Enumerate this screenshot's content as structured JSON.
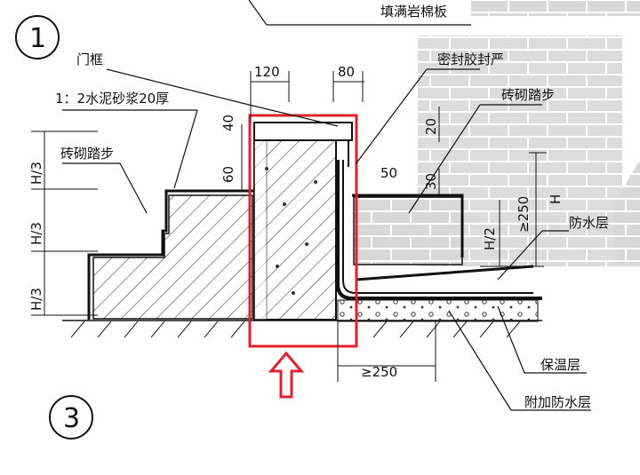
{
  "detail_numbers": {
    "top": "1",
    "bottom": "3"
  },
  "labels": {
    "top_right": "填满岩棉板",
    "door_frame": "门框",
    "mortar": "1：2水泥砂浆20厚",
    "brick_step_left": "砖砌踏步",
    "sealant": "密封胶封严",
    "brick_step_right": "砖砌踏步",
    "waterproof": "防水层",
    "insulation": "保温层",
    "extra_waterproof": "附加防水层"
  },
  "dimensions": {
    "d120": "120",
    "d80": "80",
    "d40": "40",
    "d60": "60",
    "d50": "50",
    "d20": "20",
    "d30": "30",
    "ge250_v": "≥250",
    "ge250_h": "≥250",
    "h_third_1": "H/3",
    "h_third_2": "H/3",
    "h_third_3": "H/3",
    "h_half": "H/2",
    "h": "H"
  },
  "colors": {
    "highlight": "#e0202a",
    "line": "#111111",
    "brick": "#d9d9d9"
  }
}
